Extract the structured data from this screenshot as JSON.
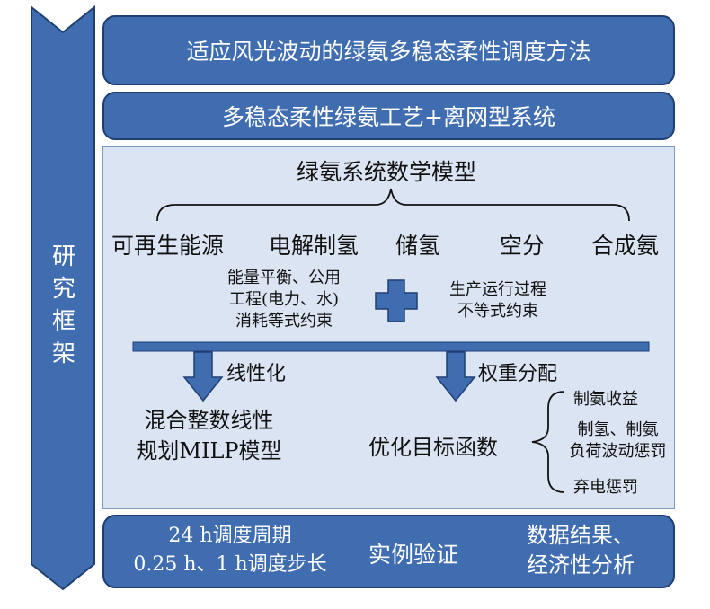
{
  "side_label": [
    "研",
    "究",
    "框",
    "架"
  ],
  "banner_title": "适应风光波动的绿氨多稳态柔性调度方法",
  "banner_system": "多稳态柔性绿氨工艺+离网型系统",
  "model": {
    "title": "绿氨系统数学模型",
    "components": [
      "可再生能源",
      "电解制氢",
      "储氢",
      "空分",
      "合成氨"
    ],
    "constraint_left": [
      "能量平衡、公用",
      "工程(电力、水)",
      "消耗等式约束"
    ],
    "constraint_right": [
      "生产运行过程",
      "不等式约束"
    ],
    "arrow_left_label": "线性化",
    "arrow_right_label": "权重分配",
    "milp": [
      "混合整数线性",
      "规划MILP模型"
    ],
    "objective": "优化目标函数",
    "objective_terms": [
      "制氨收益",
      "制氢、制氨",
      "负荷波动惩罚",
      "弃电惩罚"
    ]
  },
  "bottom": {
    "left": [
      "24 h调度周期",
      "0.25 h、1 h调度步长"
    ],
    "middle": "实例验证",
    "right": [
      "数据结果、",
      "经济性分析"
    ]
  }
}
